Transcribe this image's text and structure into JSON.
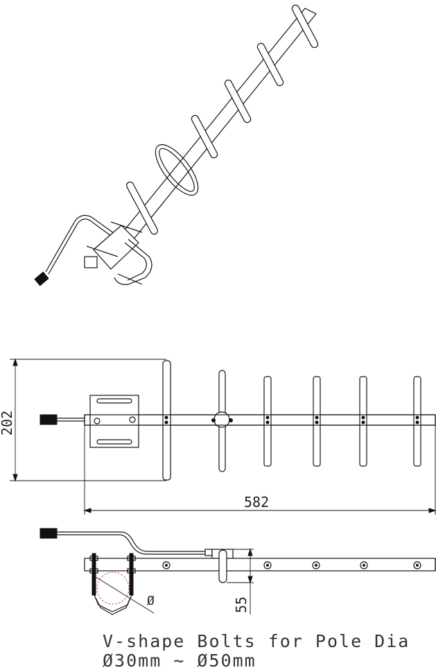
{
  "drawing": {
    "dimensions": {
      "height": "202",
      "length": "582",
      "clearance": "55",
      "diameter_symbol": "Ø"
    },
    "caption": {
      "line1": "V-shape Bolts for Pole Dia",
      "line2": "Ø30mm ~ Ø50mm"
    },
    "colors": {
      "line": "#111111",
      "pole_outline": "#cc3333"
    }
  }
}
